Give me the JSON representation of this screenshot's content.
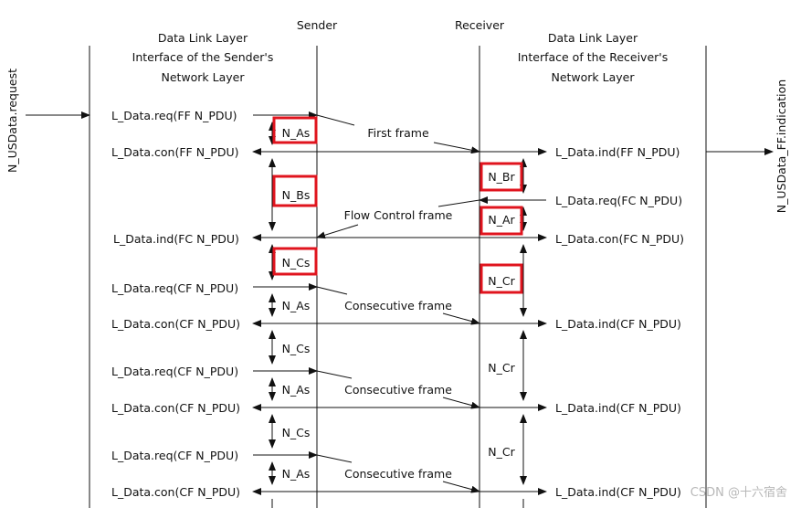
{
  "columns": {
    "sender": "Sender",
    "receiver": "Receiver",
    "sender_dll_title": [
      "Data Link Layer",
      "Interface of the Sender's",
      "Network Layer"
    ],
    "receiver_dll_title": [
      "Data Link Layer",
      "Interface of the Receiver's",
      "Network Layer"
    ]
  },
  "side_labels": {
    "left": "N_USData.request",
    "right": "N_USData_FF.indication"
  },
  "sender_primitives": [
    "L_Data.req(FF N_PDU)",
    "L_Data.con(FF N_PDU)",
    "L_Data.ind(FC N_PDU)",
    "L_Data.req(CF N_PDU)",
    "L_Data.con(CF N_PDU)",
    "L_Data.req(CF N_PDU)",
    "L_Data.con(CF N_PDU)",
    "L_Data.req(CF N_PDU)",
    "L_Data.con(CF N_PDU)"
  ],
  "receiver_primitives": [
    "L_Data.ind(FF N_PDU)",
    "L_Data.req(FC N_PDU)",
    "L_Data.con(FC N_PDU)",
    "L_Data.ind(CF N_PDU)",
    "L_Data.ind(CF N_PDU)",
    "L_Data.ind(CF N_PDU)"
  ],
  "frames": [
    "First frame",
    "Flow Control frame",
    "Consecutive frame",
    "Consecutive frame",
    "Consecutive frame"
  ],
  "timers_sender": [
    "N_As",
    "N_Bs",
    "N_Cs",
    "N_As",
    "N_Cs",
    "N_As",
    "N_Cs",
    "N_As"
  ],
  "timers_receiver": [
    "N_Br",
    "N_Ar",
    "N_Cr",
    "N_Cr",
    "N_Cr"
  ],
  "watermark": "CSDN @十六宿舍",
  "colors": {
    "highlight": "#e0141e",
    "line": "#111111"
  }
}
